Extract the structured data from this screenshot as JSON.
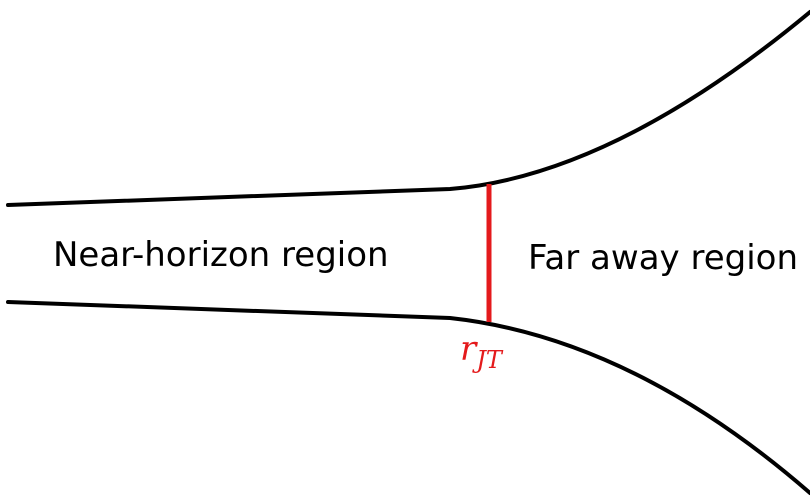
{
  "diagram": {
    "regions": {
      "near": "Near-horizon region",
      "far": "Far away region"
    },
    "boundary_marker": {
      "symbol": "r",
      "subscript": "JT"
    },
    "colors": {
      "outline": "#000000",
      "boundary": "#e41a1c",
      "background": "#ffffff"
    }
  }
}
